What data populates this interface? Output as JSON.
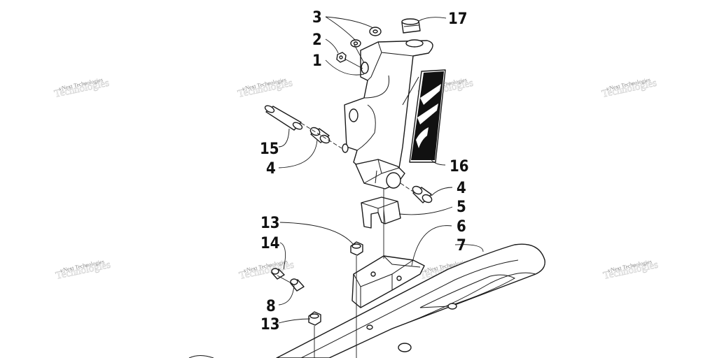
{
  "diagram": {
    "callouts": [
      {
        "id": "c3",
        "text": "3"
      },
      {
        "id": "c2",
        "text": "2"
      },
      {
        "id": "c1",
        "text": "1"
      },
      {
        "id": "c17",
        "text": "17"
      },
      {
        "id": "c15",
        "text": "15"
      },
      {
        "id": "c4a",
        "text": "4"
      },
      {
        "id": "c16",
        "text": "16"
      },
      {
        "id": "c4b",
        "text": "4"
      },
      {
        "id": "c5",
        "text": "5"
      },
      {
        "id": "c6",
        "text": "6"
      },
      {
        "id": "c13a",
        "text": "13"
      },
      {
        "id": "c7",
        "text": "7"
      },
      {
        "id": "c14",
        "text": "14"
      },
      {
        "id": "c8",
        "text": "8"
      },
      {
        "id": "c13b",
        "text": "13"
      }
    ],
    "watermark": {
      "line1": "vNext Technologies",
      "line2": "Technologies"
    },
    "colors": {
      "ink": "#1a1a1a",
      "watermark": "#8a8a8a",
      "decal": "#111111"
    }
  }
}
